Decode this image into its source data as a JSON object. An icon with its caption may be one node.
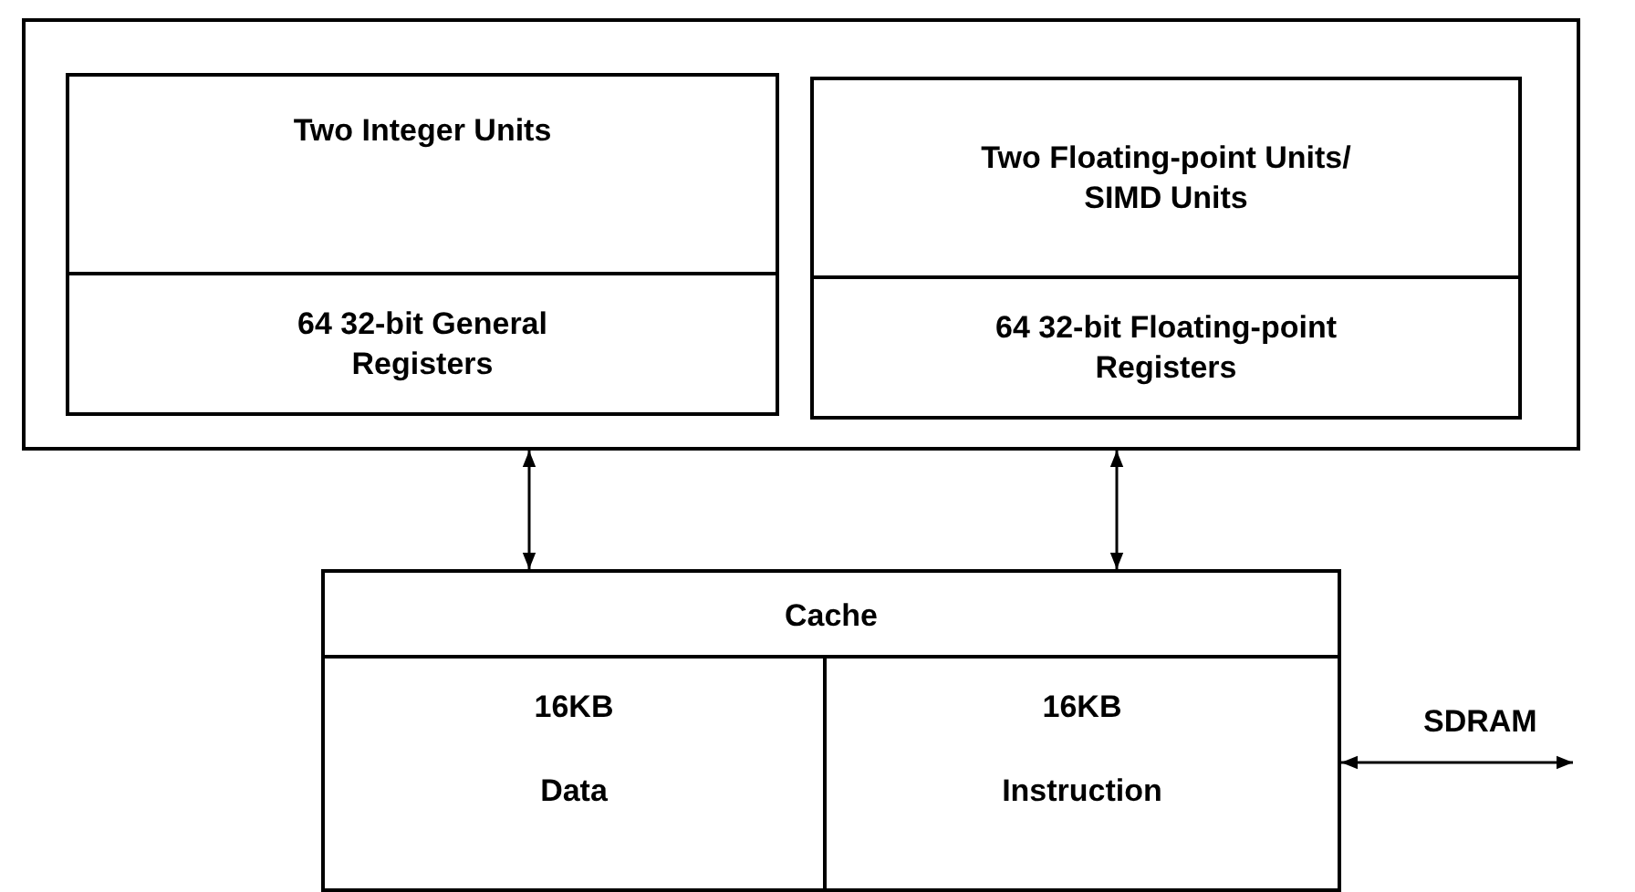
{
  "diagram": {
    "nodes": [
      {
        "text": [],
        "shape": "box"
      },
      {
        "text": [
          "Two Integer Units"
        ],
        "in": 0
      },
      {
        "text": [
          "64 32-bit General Registers"
        ],
        "in": 0
      },
      {
        "text": [
          "Two Floating-point Units/ SIMD Units"
        ],
        "in": 0
      },
      {
        "text": [
          "64 32-bit Floating-point Registers"
        ],
        "in": 0
      },
      {
        "text": [
          "Cache"
        ]
      },
      {
        "text": [
          "16KB Data"
        ],
        "in": 5
      },
      {
        "text": [
          "16KB Instruction"
        ],
        "in": 5
      }
    ],
    "edges": [
      {
        "from": 0,
        "to": 5,
        "arrow": "both"
      },
      {
        "from": 0,
        "to": 5,
        "arrow": "both"
      },
      {
        "from": 5,
        "to": null,
        "arrow": "both",
        "label": "SDRAM"
      }
    ]
  }
}
